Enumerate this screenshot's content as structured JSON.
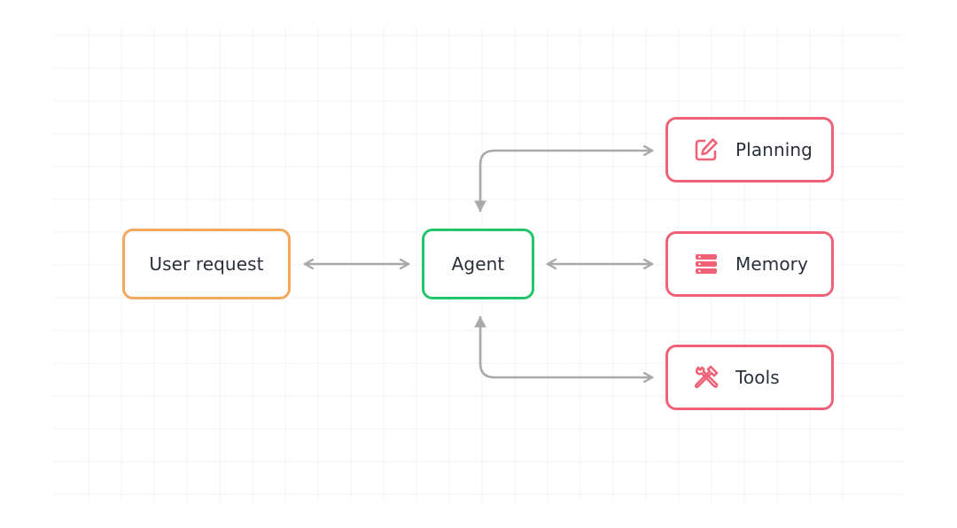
{
  "nodes": {
    "user_request": {
      "label": "User request",
      "border_color": "#F3A85E"
    },
    "agent": {
      "label": "Agent",
      "border_color": "#22C66A"
    },
    "modules": [
      {
        "label": "Planning",
        "icon": "edit-square-icon",
        "border_color": "#EF6276"
      },
      {
        "label": "Memory",
        "icon": "storage-stack-icon",
        "border_color": "#EF6276"
      },
      {
        "label": "Tools",
        "icon": "hammer-wrench-icon",
        "border_color": "#EF6276"
      }
    ]
  },
  "colors": {
    "connector": "#A9A9A9",
    "text": "#2B2F3A",
    "icon": "#EF6276",
    "grid": "#F3F3F3",
    "background": "#FFFFFF"
  },
  "connections": [
    {
      "from": "User request",
      "to": "Agent",
      "direction": "both"
    },
    {
      "from": "Agent",
      "to": "Planning",
      "direction": "both"
    },
    {
      "from": "Agent",
      "to": "Memory",
      "direction": "both"
    },
    {
      "from": "Agent",
      "to": "Tools",
      "direction": "both"
    }
  ]
}
